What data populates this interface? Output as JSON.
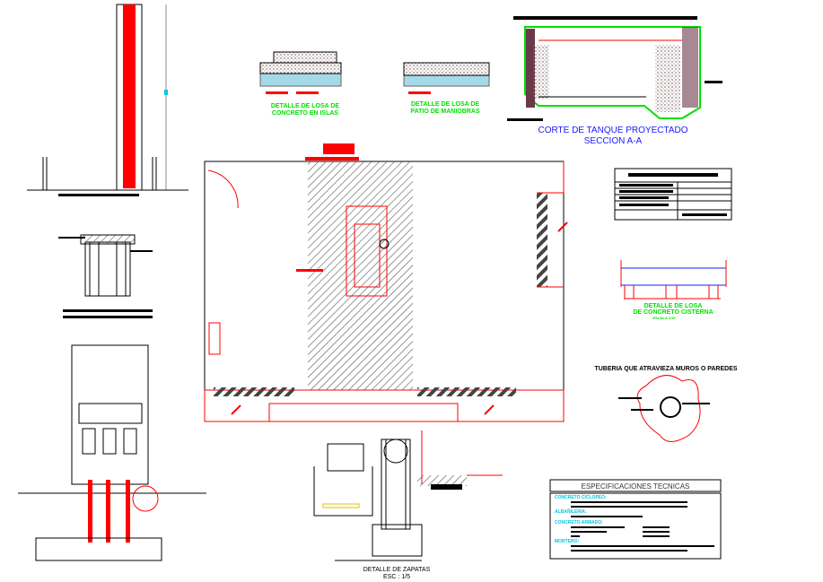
{
  "drawing": {
    "slab_detail_1": {
      "line1": "DETALLE DE LOSA DE",
      "line2": "CONCRETO EN ISLAS"
    },
    "slab_detail_2": {
      "line1": "DETALLE DE LOSA DE",
      "line2": "PATIO DE MANIOBRAS"
    },
    "tank_section": {
      "line1": "CORTE DE TANQUE PROYECTADO",
      "line2": "SECCION A-A"
    },
    "cistern_slab": {
      "line1": "DETALLE DE LOSA",
      "line2": "DE CONCRETO CISTERNA",
      "scale": "ESCALA 1/10"
    },
    "pipe_detail": {
      "title": "TUBERIA QUE ATRAVIEZA MUROS O PAREDES"
    },
    "footing_detail": {
      "line1": "DETALLE DE ZAPATAS",
      "line2": "ESC : 1/5"
    },
    "specs": {
      "title": "ESPECIFICACIONES TECNICAS",
      "sections": [
        "CONCRETO CICLOPEO:",
        "ALBAÑILERIA:",
        "CONCRETO ARMADO:",
        "MORTERO:"
      ]
    },
    "colors": {
      "red": "#ff0000",
      "green": "#00e000",
      "blue": "#1a1aff",
      "cyan": "#00c8e0",
      "black": "#000000"
    }
  }
}
